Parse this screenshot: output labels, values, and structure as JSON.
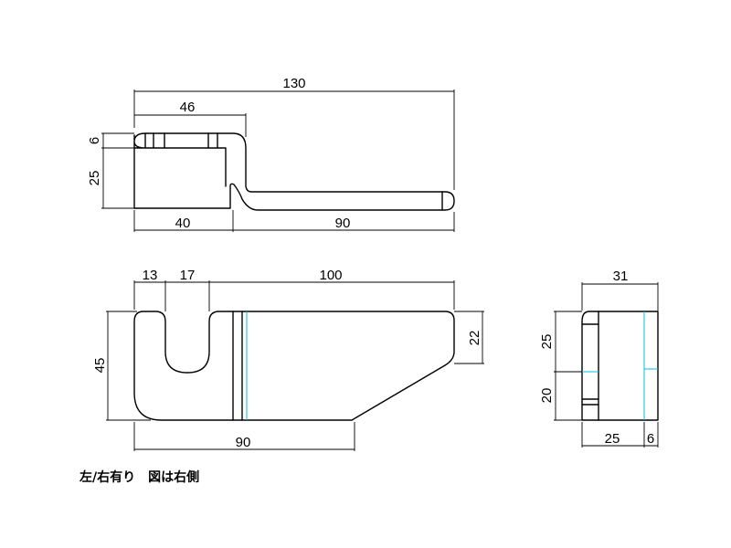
{
  "top_view": {
    "dims": {
      "overall": "130",
      "slot_reach": "46",
      "thickness": "6",
      "height": "25",
      "base_len": "40",
      "arm_len": "90"
    }
  },
  "front_view": {
    "dims": {
      "edge": "13",
      "slot": "17",
      "body": "100",
      "height": "45",
      "tip_height": "22",
      "bottom_len": "90"
    }
  },
  "side_view": {
    "dims": {
      "width": "31",
      "upper": "25",
      "lower": "20",
      "depth": "25",
      "thickness": "6"
    }
  },
  "note": "左/右有り　図は右側",
  "colors": {
    "outline": "#000000",
    "hidden_line": "#00c0e0"
  }
}
